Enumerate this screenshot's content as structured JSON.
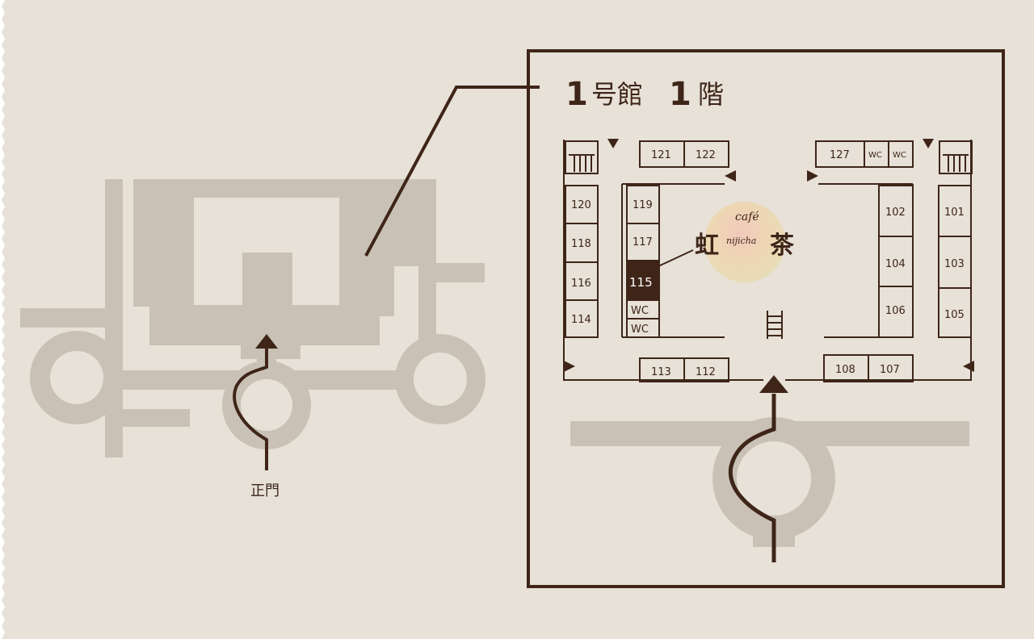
{
  "title": {
    "building_num": "1",
    "building_suffix": "号館",
    "floor_num": "1",
    "floor_suffix": "階"
  },
  "gate_label": "正門",
  "cafe": {
    "latin_top": "café",
    "latin_mid": "nijicha",
    "kanji_left": "虹",
    "kanji_right": "茶"
  },
  "rooms": {
    "r121": "121",
    "r122": "122",
    "r127": "127",
    "r120": "120",
    "r118": "118",
    "r116": "116",
    "r114": "114",
    "r119": "119",
    "r117": "117",
    "r115": "115",
    "r102": "102",
    "r104": "104",
    "r106": "106",
    "r101": "101",
    "r103": "103",
    "r105": "105",
    "r113": "113",
    "r112": "112",
    "r108": "108",
    "r107": "107"
  },
  "highlighted_room": "115",
  "wc": {
    "wc_top_1": "WC",
    "wc_top_2": "WC",
    "wc_left_1": "WC",
    "wc_left_2": "WC"
  },
  "colors": {
    "background": "#e7e1d8",
    "ink": "#3e2518",
    "building_gray": "#c9c1b6",
    "highlight": "#3e2518"
  }
}
